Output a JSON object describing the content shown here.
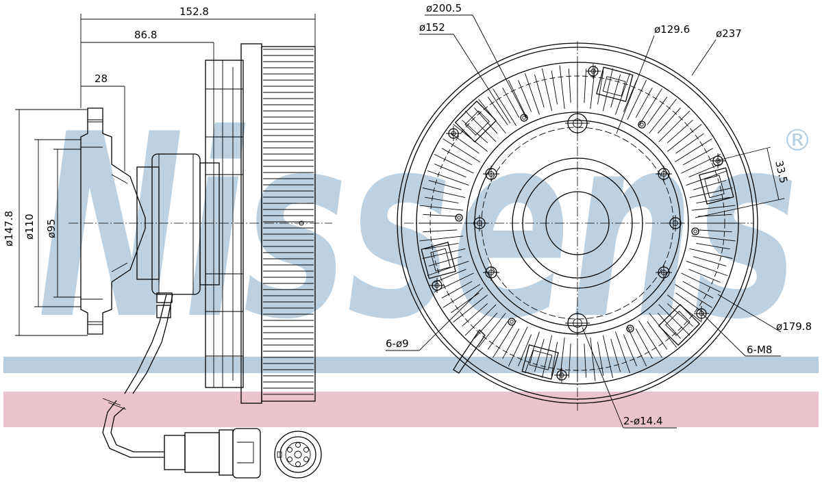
{
  "watermark": {
    "brand": "Nissens",
    "registered": "®",
    "brand_color": "#b9cfe0",
    "band_blue": "#b9cfe0",
    "band_pink": "#ebc3cc"
  },
  "side_view": {
    "dims": {
      "overall_length": "152.8",
      "hub_length": "86.8",
      "flange_thickness": "28",
      "bolt_circle": "ø147.8",
      "pilot_outer": "ø110",
      "pilot_inner": "ø95"
    }
  },
  "front_view": {
    "dims": {
      "d_200_5": "ø200.5",
      "d_152": "ø152",
      "d_129_6": "ø129.6",
      "d_237": "ø237",
      "offset_33_5": "33.5",
      "d_179_8": "ø179.8",
      "holes_6_d9": "6-ø9",
      "holes_6_m8": "6-M8",
      "holes_2_d14_4": "2-ø14.4"
    }
  }
}
